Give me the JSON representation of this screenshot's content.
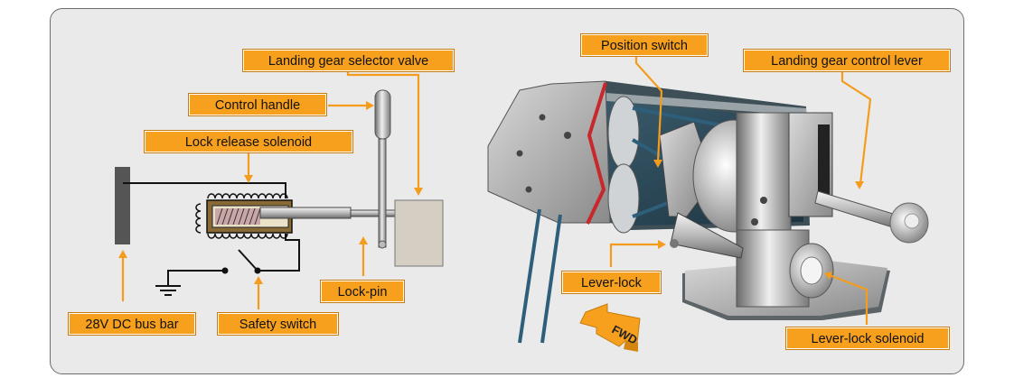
{
  "labels": {
    "selector_valve": "Landing gear selector valve",
    "control_handle": "Control handle",
    "lock_release_solenoid": "Lock release solenoid",
    "bus_bar": "28V DC bus bar",
    "safety_switch": "Safety switch",
    "lock_pin": "Lock-pin",
    "position_switch": "Position switch",
    "control_lever": "Landing gear control lever",
    "lever_lock": "Lever-lock",
    "lever_lock_solenoid": "Lever-lock solenoid",
    "fwd": "FWD"
  },
  "colors": {
    "label_fill": "#f7a01e",
    "leader": "#f39c1d",
    "panel": "#eaeaea"
  }
}
